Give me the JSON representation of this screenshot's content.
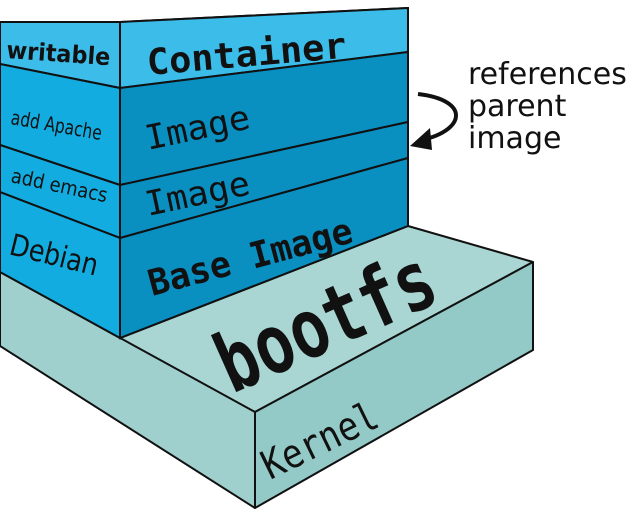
{
  "layers": [
    {
      "side_label": "writable",
      "front_label": "Container"
    },
    {
      "side_label": "add Apache",
      "front_label": "Image"
    },
    {
      "side_label": "add emacs",
      "front_label": "Image"
    },
    {
      "side_label": "Debian",
      "front_label": "Base Image"
    }
  ],
  "bootfs": {
    "label": "bootfs"
  },
  "kernel": {
    "label": "Kernel"
  },
  "annotation": {
    "lines": [
      "references",
      "parent",
      "image"
    ]
  },
  "colors": {
    "container": "#3cbce9",
    "image_front": "#0a8fc1",
    "side": "#12ace0",
    "base": "#9bcfcc",
    "outline": "#111111"
  }
}
